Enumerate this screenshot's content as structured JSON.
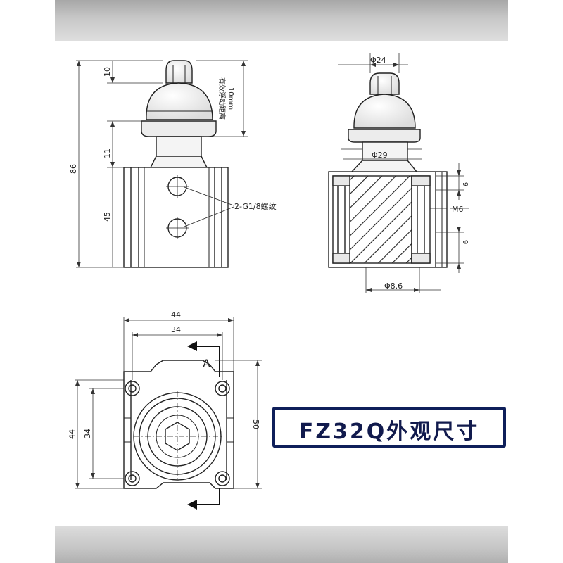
{
  "title": "FZ32Q外观尺寸",
  "side_view": {
    "dims": {
      "top_stroke": "10",
      "neck": "11",
      "overall": "86",
      "body": "45"
    },
    "note_line1": "10mm",
    "note_line2": "有效浮动距离",
    "port_label": "2-G1/8螺纹"
  },
  "section_view": {
    "dims": {
      "cap_dia": "Φ24",
      "neck_dia": "Φ29",
      "thread": "M6",
      "hole_dia": "Φ8.6",
      "top_offset": "9",
      "bot_offset": "9"
    }
  },
  "end_view": {
    "dims": {
      "width_outer": "44",
      "width_inner": "34",
      "height_outer": "44",
      "height_inner": "34",
      "height_total": "50"
    },
    "section_mark": "A"
  }
}
